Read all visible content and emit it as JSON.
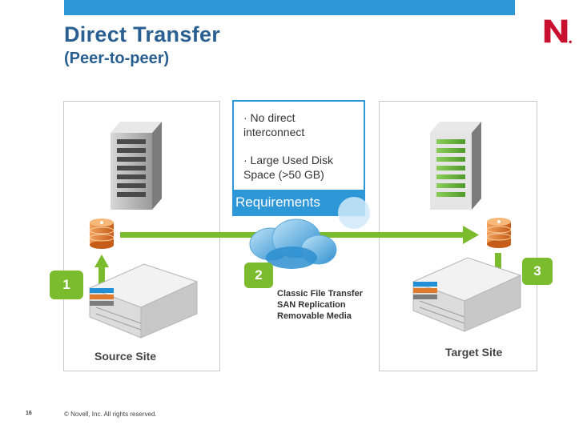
{
  "slide": {
    "title": "Direct Transfer",
    "subtitle": "(Peer-to-peer)"
  },
  "requirements": {
    "label": "Requirements",
    "items": [
      "· No direct interconnect",
      "· Large Used Disk Space (>50 GB)"
    ]
  },
  "steps": [
    {
      "number": "1"
    },
    {
      "number": "2"
    },
    {
      "number": "3"
    }
  ],
  "transfer_methods": [
    "Classic File Transfer",
    "SAN Replication",
    "Removable Media"
  ],
  "sites": {
    "source": "Source Site",
    "target": "Target Site"
  },
  "footer": {
    "page_number": "16",
    "copyright": "©  Novell, Inc.  All rights reserved."
  },
  "colors": {
    "brand_blue": "#2e97d8",
    "title_blue": "#2a5f91",
    "arrow_green": "#7bbc2f",
    "logo_red": "#c8102e",
    "disk_orange": "#e07a2c"
  },
  "icons": [
    "novell-logo-icon",
    "server-tower-icon",
    "disk-stack-icon",
    "storage-array-icon",
    "cloud-icon"
  ]
}
